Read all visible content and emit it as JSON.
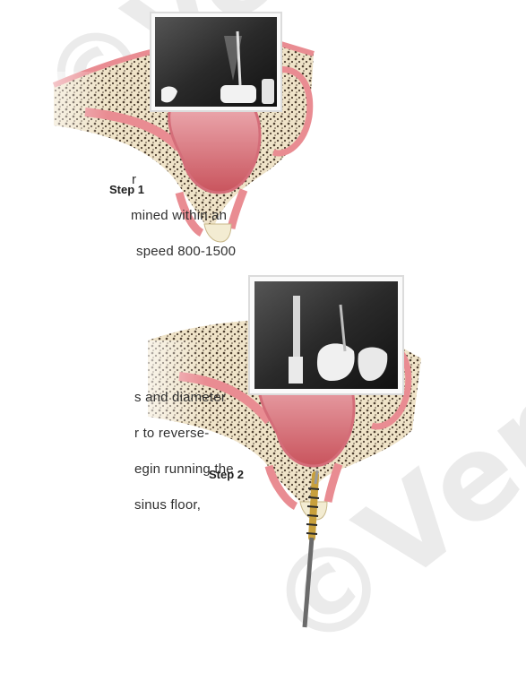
{
  "watermark": {
    "text": "©Versah",
    "color": "#d8d8d8"
  },
  "text_lines": [
    "r",
    "mined within an",
    "speed 800-1500",
    "s and diameter",
    "r to reverse-",
    "egin running the",
    "sinus floor,"
  ],
  "steps": [
    {
      "label": "Step 1"
    },
    {
      "label": "Step 2"
    }
  ],
  "colors": {
    "gum": "#e98c92",
    "gum_dark": "#c9545d",
    "bone": "#efe3c8",
    "bone_dots": "#5a4a3a",
    "sinus": "#d46d79",
    "drill_gold": "#c8a03c"
  }
}
